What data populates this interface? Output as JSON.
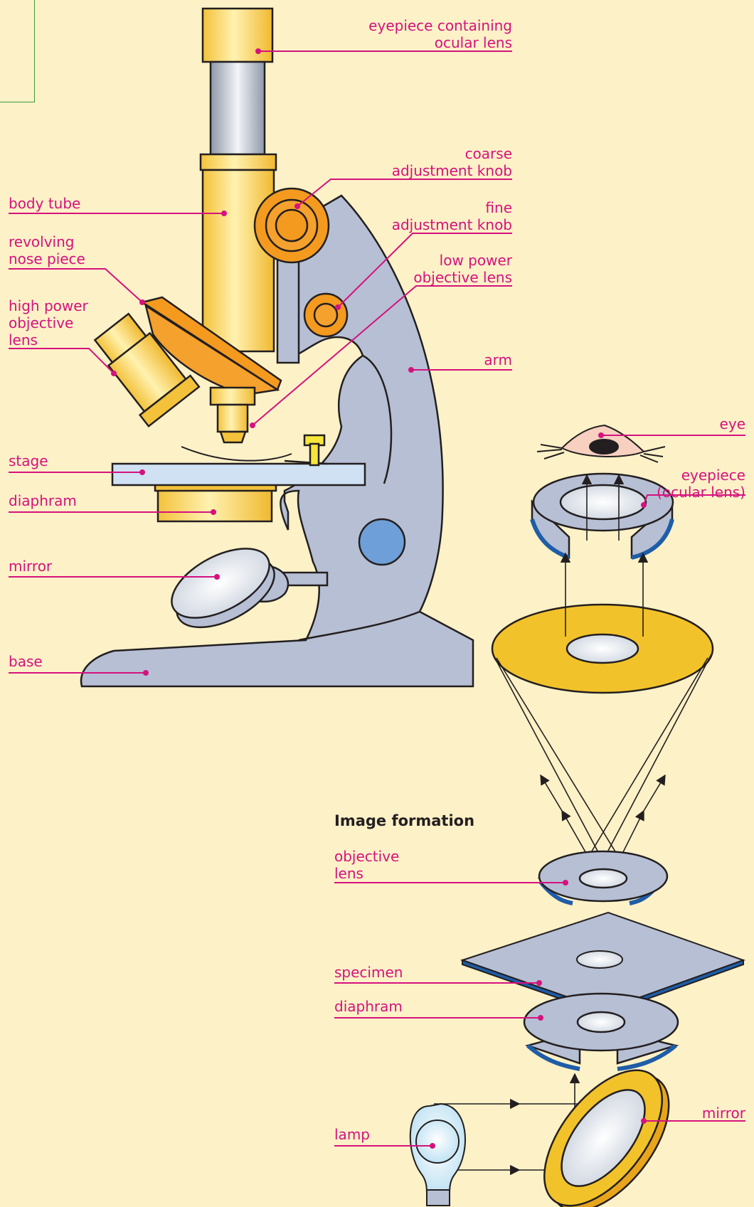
{
  "colors": {
    "background": "#fdf1c7",
    "label": "#d5127e",
    "leader": "#d5127e",
    "gold": "#f5c33b",
    "orange": "#f39a1f",
    "steel": "#b6bfd4",
    "blue": "#5b8fd0",
    "outline": "#231f20"
  },
  "microscope_labels": {
    "eyepiece": "eyepiece containing\nocular lens",
    "coarse": "coarse\nadjustment knob",
    "body_tube": "body tube",
    "fine": "fine\nadjustment knob",
    "revolving": "revolving\nnose piece",
    "low_power": "low power\nobjective lens",
    "high_power": "high power\nobjective\nlens",
    "arm": "arm",
    "stage": "stage",
    "diaphram": "diaphram",
    "mirror": "mirror",
    "base": "base"
  },
  "image_formation": {
    "title": "Image formation",
    "eye": "eye",
    "eyepiece": "eyepiece\n(ocular lens)",
    "objective": "objective\nlens",
    "specimen": "specimen",
    "diaphram": "diaphram",
    "lamp": "lamp",
    "mirror": "mirror"
  }
}
